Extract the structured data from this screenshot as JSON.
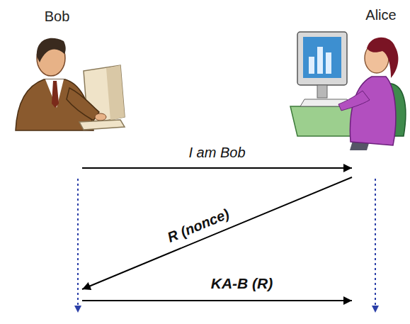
{
  "diagram": {
    "nodes": [
      {
        "text": [
          "Bob"
        ]
      },
      {
        "text": [
          "Alice"
        ]
      }
    ],
    "edges": [
      {
        "from": 0,
        "to": 1,
        "arrow": "to",
        "label": "I am Bob"
      },
      {
        "from": 1,
        "to": 0,
        "arrow": "to",
        "label": "R (nonce)"
      },
      {
        "from": 0,
        "to": 1,
        "arrow": "to",
        "label": "KA-B (R)"
      }
    ]
  }
}
